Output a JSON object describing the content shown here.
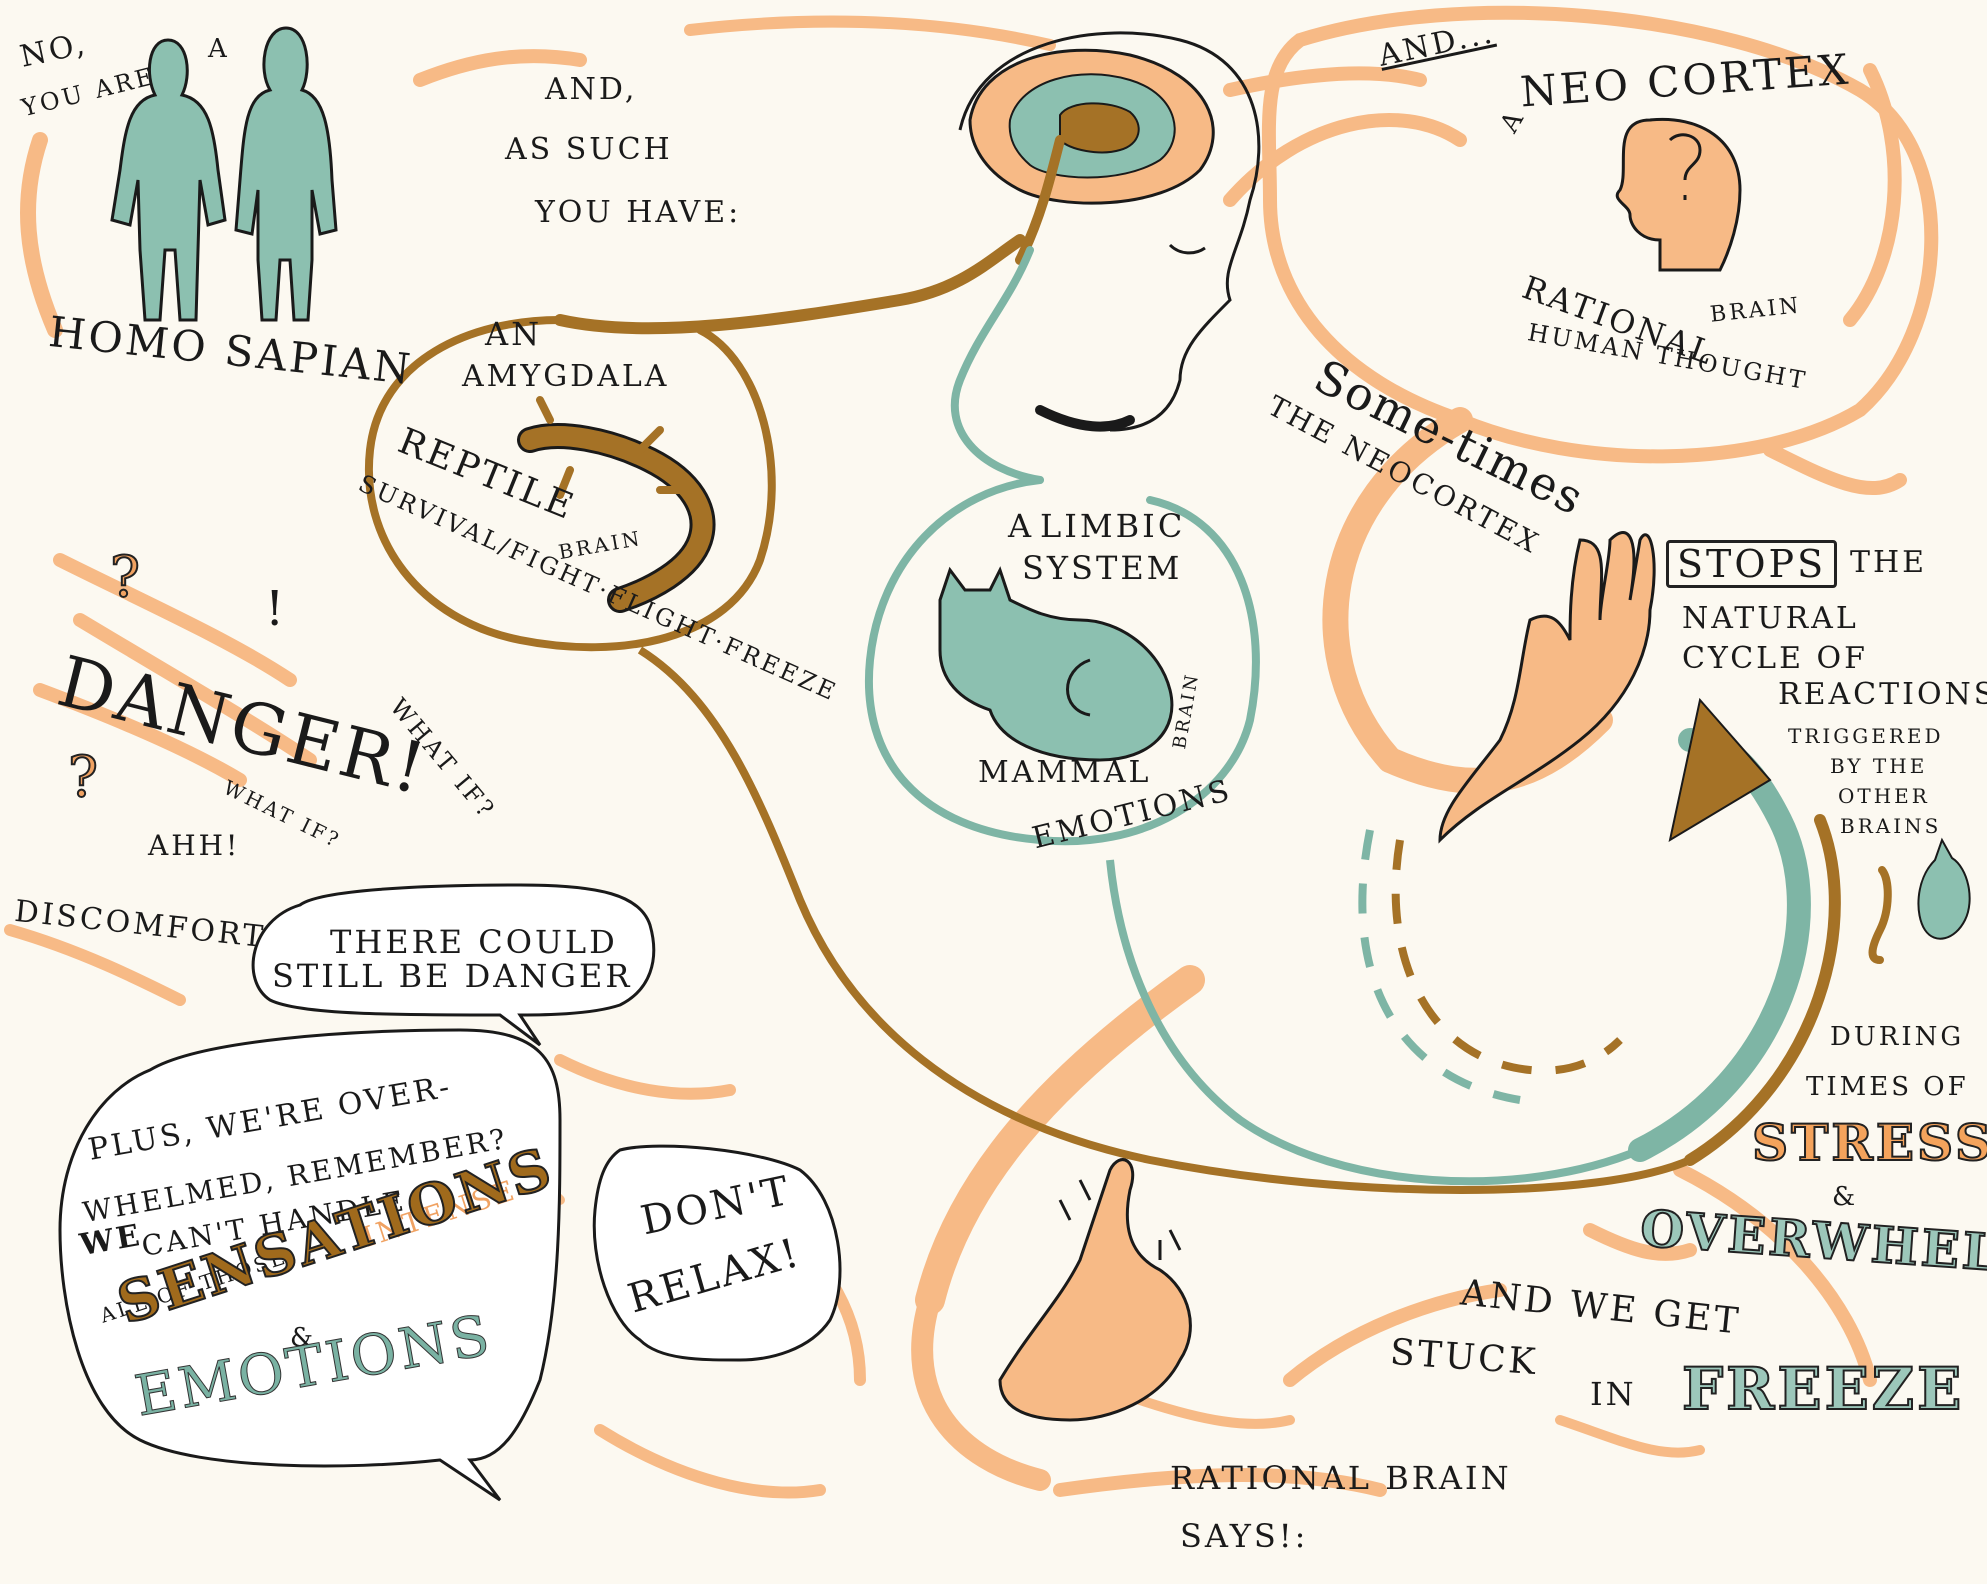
{
  "colors": {
    "orange": "#f7ba86",
    "orange_deep": "#f0a262",
    "brown": "#a57226",
    "teal": "#7eb5a5",
    "teal_fill": "#8cc0b0",
    "ink": "#1a1a1a"
  },
  "intro": {
    "no": "No,",
    "you_are": "you are",
    "a": "a",
    "homo_sapian": "Homo Sapian",
    "as_such_1": "And,",
    "as_such_2": "as such",
    "as_such_3": "you have:"
  },
  "amygdala": {
    "an": "An",
    "name": "Amygdala",
    "reptile": "Reptile",
    "brain": "brain",
    "functions": "Survival/Fight·Flight·Freeze"
  },
  "limbic": {
    "a": "A",
    "title_1": "Limbic",
    "title_2": "System",
    "mammal": "Mammal",
    "brain": "brain",
    "emotions": "Emotions"
  },
  "neocortex": {
    "and": "And...",
    "a": "a",
    "name": "Neo Cortex",
    "rational": "Rational",
    "brain": "brain",
    "human_thought": "Human Thought"
  },
  "sometimes": {
    "word": "Some-times",
    "subject": "the Neocortex"
  },
  "stops": {
    "boxed": "Stops",
    "the": "the",
    "line_1": "natural",
    "line_2": "cycle of",
    "line_3": "reactions",
    "line_4": "triggered",
    "line_5": "by the",
    "line_6": "other",
    "line_7": "brains"
  },
  "stress": {
    "line_1": "During",
    "line_2": "times of",
    "stress": "Stress",
    "amp": "&",
    "overwhelm": "Overwhelm"
  },
  "stuck": {
    "line_1": "And we get",
    "line_2": "stuck",
    "line_3": "in",
    "freeze": "Freeze"
  },
  "rational_says": {
    "line_1": "Rational brain",
    "line_2": "says!:"
  },
  "danger": {
    "q1": "?",
    "excl": "!",
    "danger": "Danger!",
    "what_if_1": "What if?",
    "q2": "?",
    "what_if_2": "what if?",
    "ahh": "Ahh!",
    "discomfort": "Discomfort"
  },
  "bubbles": {
    "danger_1": "There could",
    "danger_2": "still be danger",
    "dont_1": "Don't",
    "dont_2": "Relax!",
    "plus_1": "Plus, we're over-",
    "plus_2": "whelmed, remember?",
    "plus_3a": "We",
    "plus_3b": "can't handle",
    "plus_4a": "all of those",
    "plus_4b": "intense",
    "sensations": "Sensations",
    "amp": "&",
    "emotions": "Emotions"
  },
  "icons": [
    "person-silhouette-icon",
    "brain-cross-section-icon",
    "lizard-icon",
    "cat-icon",
    "head-profile-icon",
    "stop-hand-icon",
    "wagging-finger-icon",
    "curved-arrow-icon"
  ]
}
